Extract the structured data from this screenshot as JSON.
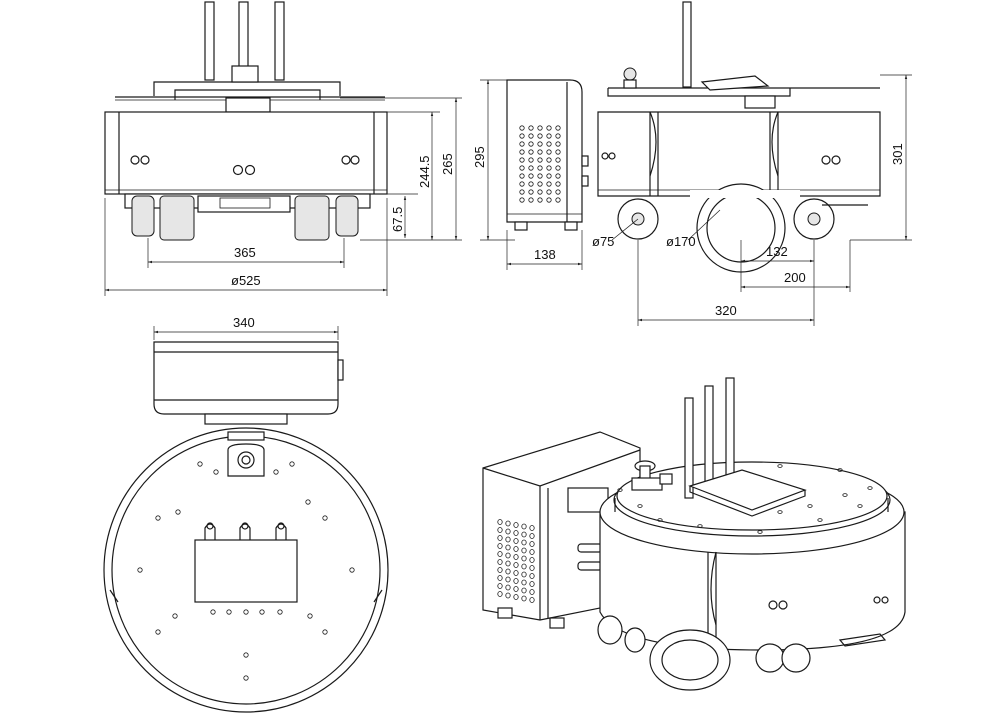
{
  "dimensions": {
    "front_height_265": "265",
    "front_height_244_5": "244.5",
    "front_clearance_67_5": "67.5",
    "front_wheelbase_365": "365",
    "front_diameter_525": "ø525",
    "side_height_295": "295",
    "side_depth_138": "138",
    "right_height_301": "301",
    "right_caster_75": "ø75",
    "right_drive_170": "ø170",
    "right_offset_132": "132",
    "right_offset_200": "200",
    "right_length_320": "320",
    "top_box_width_340": "340"
  }
}
